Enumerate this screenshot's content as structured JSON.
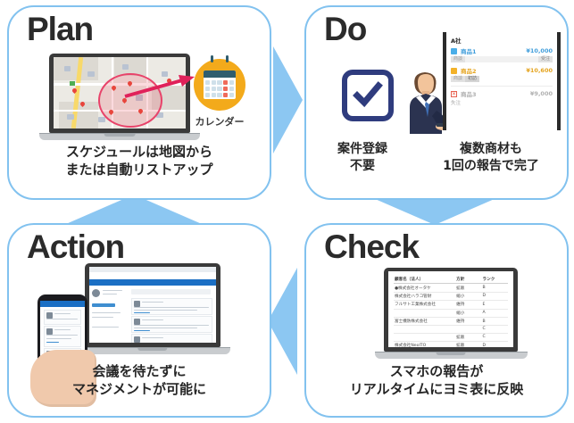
{
  "theme": {
    "panel_border": "#82c2ef",
    "arrow": "#8cc7f2",
    "title_color": "#2b2b2b",
    "calendar_accent": "#f3aa1b",
    "calendar_header": "#2f5d6e",
    "check_navy": "#2f3c7e",
    "map_halo": "#e8436a"
  },
  "panels": {
    "plan": {
      "title": "Plan",
      "caption_line1": "スケジュールは地図から",
      "caption_line2": "または自動リストアップ",
      "calendar_label": "カレンダー"
    },
    "do": {
      "title": "Do",
      "caption_left_line1": "案件登録",
      "caption_left_line2": "不要",
      "caption_right_line1": "複数商材も",
      "caption_right_line2": "1回の報告で完了",
      "list": {
        "company": "A社",
        "rows": [
          {
            "name": "商品1",
            "price": "¥10,000",
            "swatch": "#4aaee8",
            "name_color": "#3f9ddb",
            "price_color": "#3f9ddb",
            "stage_start": "商談",
            "stage_end": "受注"
          },
          {
            "name": "商品2",
            "price": "¥10,600",
            "swatch": "#f3b229",
            "name_color": "#e5a41f",
            "price_color": "#e5a41f",
            "stage_start": "商談",
            "stage_end": "初訪"
          },
          {
            "name": "商品3",
            "price": "¥9,000",
            "swatch": "#e7604f",
            "name_color": "#b0b0b0",
            "price_color": "#b0b0b0",
            "stage_start": "",
            "stage_end": "失注"
          }
        ]
      }
    },
    "check": {
      "title": "Check",
      "caption_line1": "スマホの報告が",
      "caption_line2": "リアルタイムにヨミ表に反映",
      "table": {
        "headers": [
          "顧客名（法人）",
          "方針",
          "ランク"
        ],
        "rows": [
          [
            "●株式会社オータケ",
            "拡販",
            "B"
          ],
          [
            "株式会社ハラコ管財",
            "縮小",
            "D"
          ],
          [
            "フルサト工業株式会社",
            "維持",
            "E"
          ],
          [
            "",
            "縮小",
            "A"
          ],
          [
            "富士機防株式会社",
            "維持",
            "B"
          ],
          [
            "",
            "",
            "C"
          ],
          [
            "",
            "拡販",
            "C"
          ],
          [
            "株式会社NeoITO",
            "拡販",
            "D"
          ]
        ]
      }
    },
    "action": {
      "title": "Action",
      "caption_line1": "会議を待たずに",
      "caption_line2": "マネジメントが可能に"
    }
  },
  "arrows": {
    "plan_to_do": "arrow-right",
    "do_to_check": "arrow-down",
    "check_to_action": "arrow-left",
    "action_to_plan": "arrow-up"
  }
}
